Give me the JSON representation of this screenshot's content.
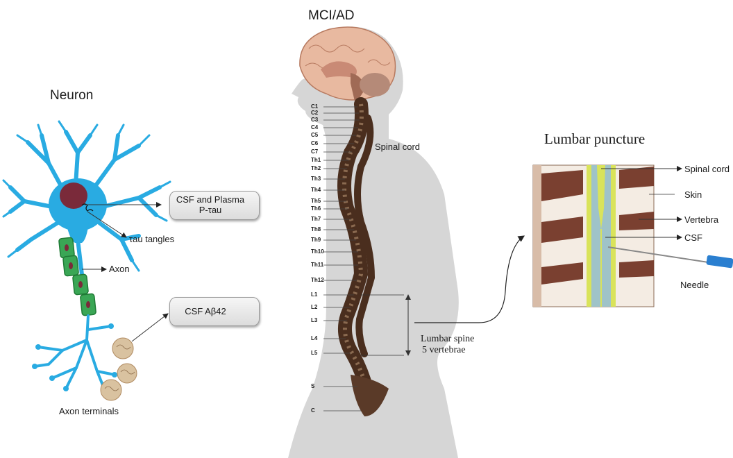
{
  "titles": {
    "center": "MCI/AD",
    "neuron": "Neuron",
    "lumbar": "Lumbar puncture"
  },
  "neuron": {
    "tau_tangles": "τau tangles",
    "axon": "Axon",
    "axon_terminals": "Axon terminals"
  },
  "biomarkers": {
    "ptau_line1": "CSF and Plasma",
    "ptau_line2": "P-τau",
    "abeta": "CSF Aβ42"
  },
  "spine": {
    "spinal_cord": "Spinal cord",
    "lumbar_spine_line1": "Lumbar spine",
    "lumbar_spine_line2": "5 vertebrae",
    "vertebrae": [
      "C1",
      "C2",
      "C3",
      "C4",
      "C5",
      "C6",
      "C7",
      "Th1",
      "Th2",
      "Th3",
      "Th4",
      "Th5",
      "Th6",
      "Th7",
      "Th8",
      "Th9",
      "Th10",
      "Th11",
      "Th12",
      "L1",
      "L2",
      "L3",
      "L4",
      "L5",
      "S",
      "C"
    ]
  },
  "lumbar": {
    "spinal_cord": "Spinal cord",
    "skin": "Skin",
    "vertebra": "Vertebra",
    "csf": "CSF",
    "needle": "Needle"
  },
  "colors": {
    "neuron": "#29abe2",
    "nucleus": "#7a2a3a",
    "myelin": "#3aa655",
    "body_silhouette": "#d6d6d6",
    "brain": "#e8b9a0",
    "spine_bone": "#4a2e1e",
    "up_arrow": "#1aa34a",
    "down_arrow": "#e02020",
    "cord_yellow": "#d9e35a",
    "csf_blue": "#9fc3c8",
    "needle": "#2a7fd0"
  }
}
